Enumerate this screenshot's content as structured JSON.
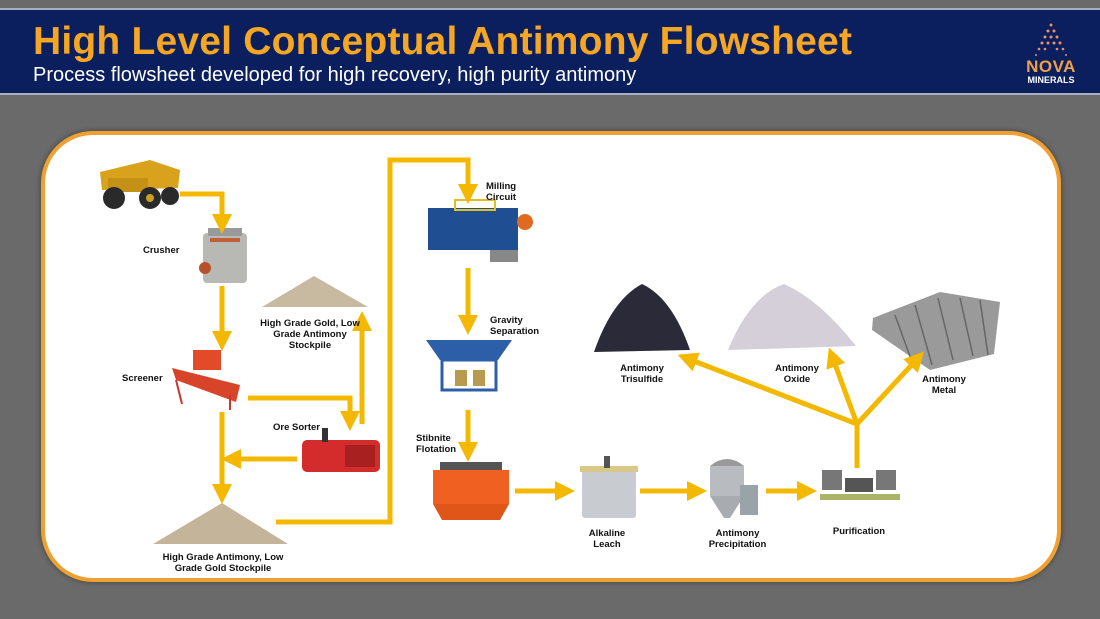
{
  "header": {
    "title": "High Level Conceptual Antimony Flowsheet",
    "subtitle": "Process flowsheet developed for high recovery, high purity antimony",
    "logo": {
      "name": "NOVA",
      "tagline": "MINERALS"
    }
  },
  "colors": {
    "accent": "#f5a623",
    "arrow": "#f5b800",
    "header_bg": "#0b1f5e",
    "panel_border": "#f0a030"
  },
  "steps": {
    "crusher": "Crusher",
    "screener": "Screener",
    "ore_sorter": "Ore Sorter",
    "stockpile_gold": [
      "High Grade Gold, Low",
      "Grade Antimony",
      "Stockpile"
    ],
    "stockpile_antimony": [
      "High Grade Antimony, Low",
      "Grade Gold Stockpile"
    ],
    "milling": [
      "Milling",
      "Circuit"
    ],
    "gravity": [
      "Gravity",
      "Separation"
    ],
    "flotation": [
      "Stibnite",
      "Flotation"
    ],
    "leach": [
      "Alkaline",
      "Leach"
    ],
    "precipitation": [
      "Antimony",
      "Precipitation"
    ],
    "purification": "Purification",
    "trisulfide": [
      "Antimony",
      "Trisulfide"
    ],
    "oxide": [
      "Antimony",
      "Oxide"
    ],
    "metal": [
      "Antimony",
      "Metal"
    ]
  }
}
